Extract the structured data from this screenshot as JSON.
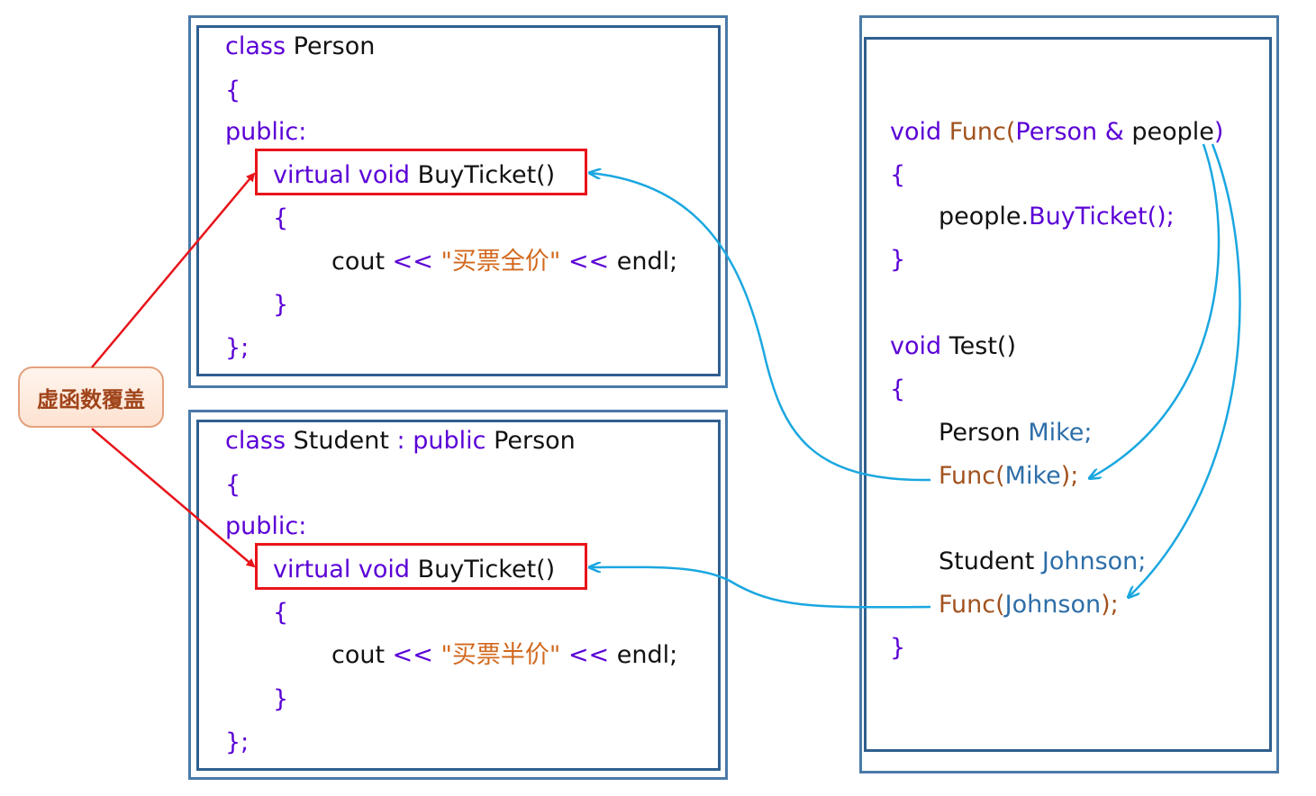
{
  "label": "虚函数覆盖",
  "person": {
    "decl": {
      "kw": "class",
      "name": "Person"
    },
    "open": "{",
    "access": "public:",
    "method": {
      "virtual": "virtual",
      "void": "void",
      "name": "BuyTicket()"
    },
    "body_open": "{",
    "stmt": {
      "cout": "cout",
      "op1": "<<",
      "str": "\"买票全价\"",
      "op2": "<<",
      "endl": "endl;"
    },
    "body_close": "}",
    "close": "};"
  },
  "student": {
    "decl": {
      "kw": "class",
      "name": "Student",
      "colon": ":",
      "pub": "public",
      "base": "Person"
    },
    "open": "{",
    "access": "public:",
    "method": {
      "virtual": "virtual",
      "void": "void",
      "name": "BuyTicket()"
    },
    "body_open": "{",
    "stmt": {
      "cout": "cout",
      "op1": "<<",
      "str": "\"买票半价\"",
      "op2": "<<",
      "endl": "endl;"
    },
    "body_close": "}",
    "close": "};"
  },
  "right": {
    "func_sig": {
      "void": "void",
      "name": "Func(",
      "type": "Person",
      "amp": "&",
      "param": "people",
      "close": ")"
    },
    "func_open": "{",
    "func_call": {
      "obj": "people.",
      "method": "BuyTicket();"
    },
    "func_close": "}",
    "test_sig": {
      "void": "void",
      "name": "Test()"
    },
    "test_open": "{",
    "decl1": {
      "type": "Person",
      "var": "Mike;"
    },
    "call1": {
      "fn": "Func(",
      "arg": "Mike",
      "end": ");"
    },
    "decl2": {
      "type": "Student",
      "var": "Johnson;"
    },
    "call2": {
      "fn": "Func(",
      "arg": "Johnson",
      "end": ");"
    },
    "test_close": "}"
  },
  "colors": {
    "keyword": "#5a00d6",
    "function": "#a2521e",
    "identifier": "#2d6ea8",
    "string": "#d2691e",
    "red_arrow": "#e8141a",
    "blue_arrow": "#1aa7e0",
    "border": "#2f5f8f"
  }
}
